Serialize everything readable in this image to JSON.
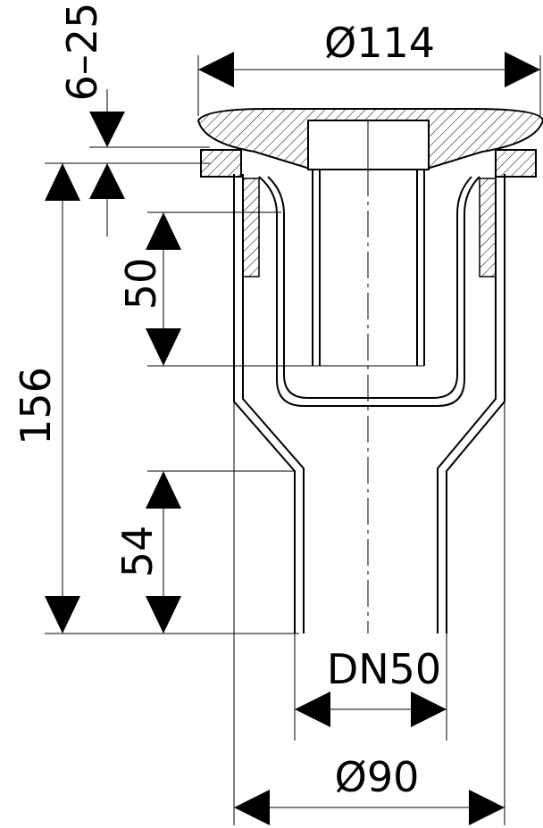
{
  "drawing": {
    "dimensions": {
      "top_diameter": "Ø114",
      "grate_adjust": "6–25",
      "total_height": "156",
      "inner_depth": "50",
      "outlet_length": "54",
      "outlet_size": "DN50",
      "body_diameter": "Ø90"
    },
    "line_color": "#000000"
  }
}
